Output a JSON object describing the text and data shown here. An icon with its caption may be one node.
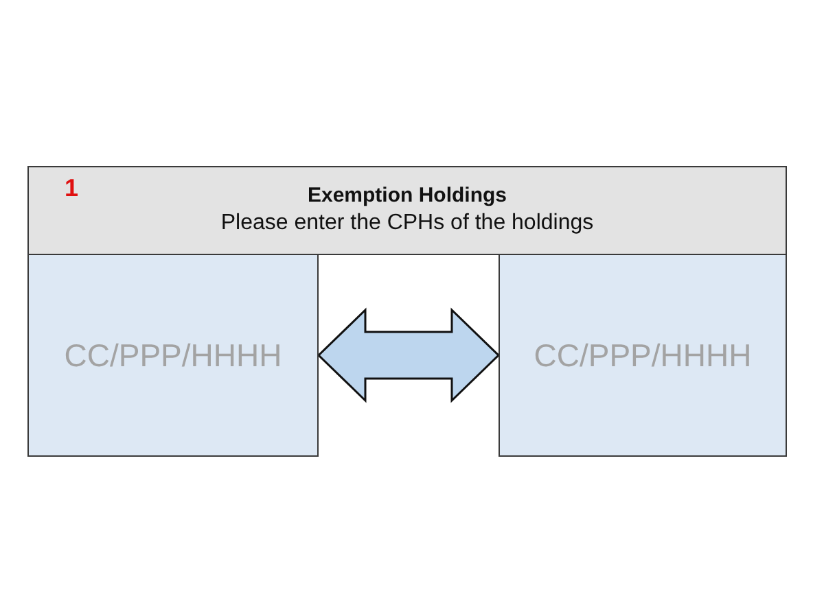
{
  "diagram": {
    "nodes": [
      {
        "text": [
          "Exemption Holdings",
          "Please enter the CPHs of the holdings"
        ]
      },
      {
        "text": [
          "CC/PPP/HHHH"
        ]
      },
      {
        "text": [
          "CC/PPP/HHHH"
        ]
      }
    ],
    "edges": [
      {
        "from": 1,
        "to": 2,
        "arrow": "both",
        "style": "thick"
      }
    ],
    "labels": [
      "1"
    ]
  }
}
